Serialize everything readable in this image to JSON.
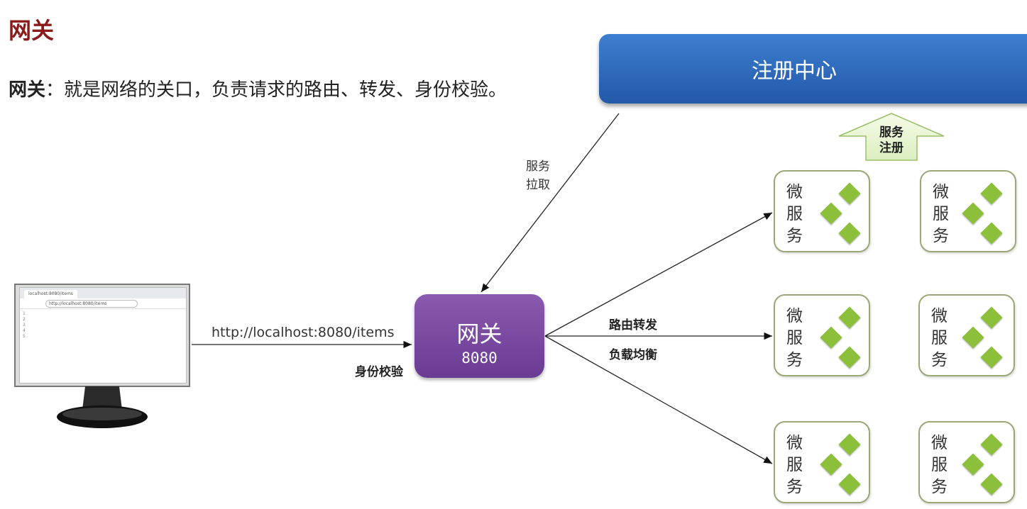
{
  "slide": {
    "title": "网关",
    "description": {
      "term": "网关",
      "text": "：就是网络的关口，负责请求的路由、转发、身份校验。"
    }
  },
  "registry": {
    "label": "注册中心"
  },
  "service_register": {
    "line1": "服务",
    "line2": "注册"
  },
  "service_pull": {
    "line1": "服务",
    "line2": "拉取"
  },
  "browser": {
    "tab": "localhost:8080/items",
    "url": "http://localhost:8080/items",
    "line_numbers": [
      "1",
      "2",
      "3",
      "4",
      "5"
    ]
  },
  "request": {
    "url": "http://localhost:8080/items",
    "auth": "身份校验"
  },
  "gateway": {
    "name": "网关",
    "port": "8080"
  },
  "routing": {
    "route": "路由转发",
    "balance": "负载均衡"
  },
  "microservices": [
    {
      "line1": "微",
      "line2": "服",
      "line3": "务"
    },
    {
      "line1": "微",
      "line2": "服",
      "line3": "务"
    },
    {
      "line1": "微",
      "line2": "服",
      "line3": "务"
    },
    {
      "line1": "微",
      "line2": "服",
      "line3": "务"
    },
    {
      "line1": "微",
      "line2": "服",
      "line3": "务"
    },
    {
      "line1": "微",
      "line2": "服",
      "line3": "务"
    }
  ],
  "colors": {
    "title": "#8b1a1a",
    "registry": "#2f6bbf",
    "gateway": "#7a4aa3",
    "service_border": "#9aa776",
    "diamond": "#8cbf3a"
  }
}
